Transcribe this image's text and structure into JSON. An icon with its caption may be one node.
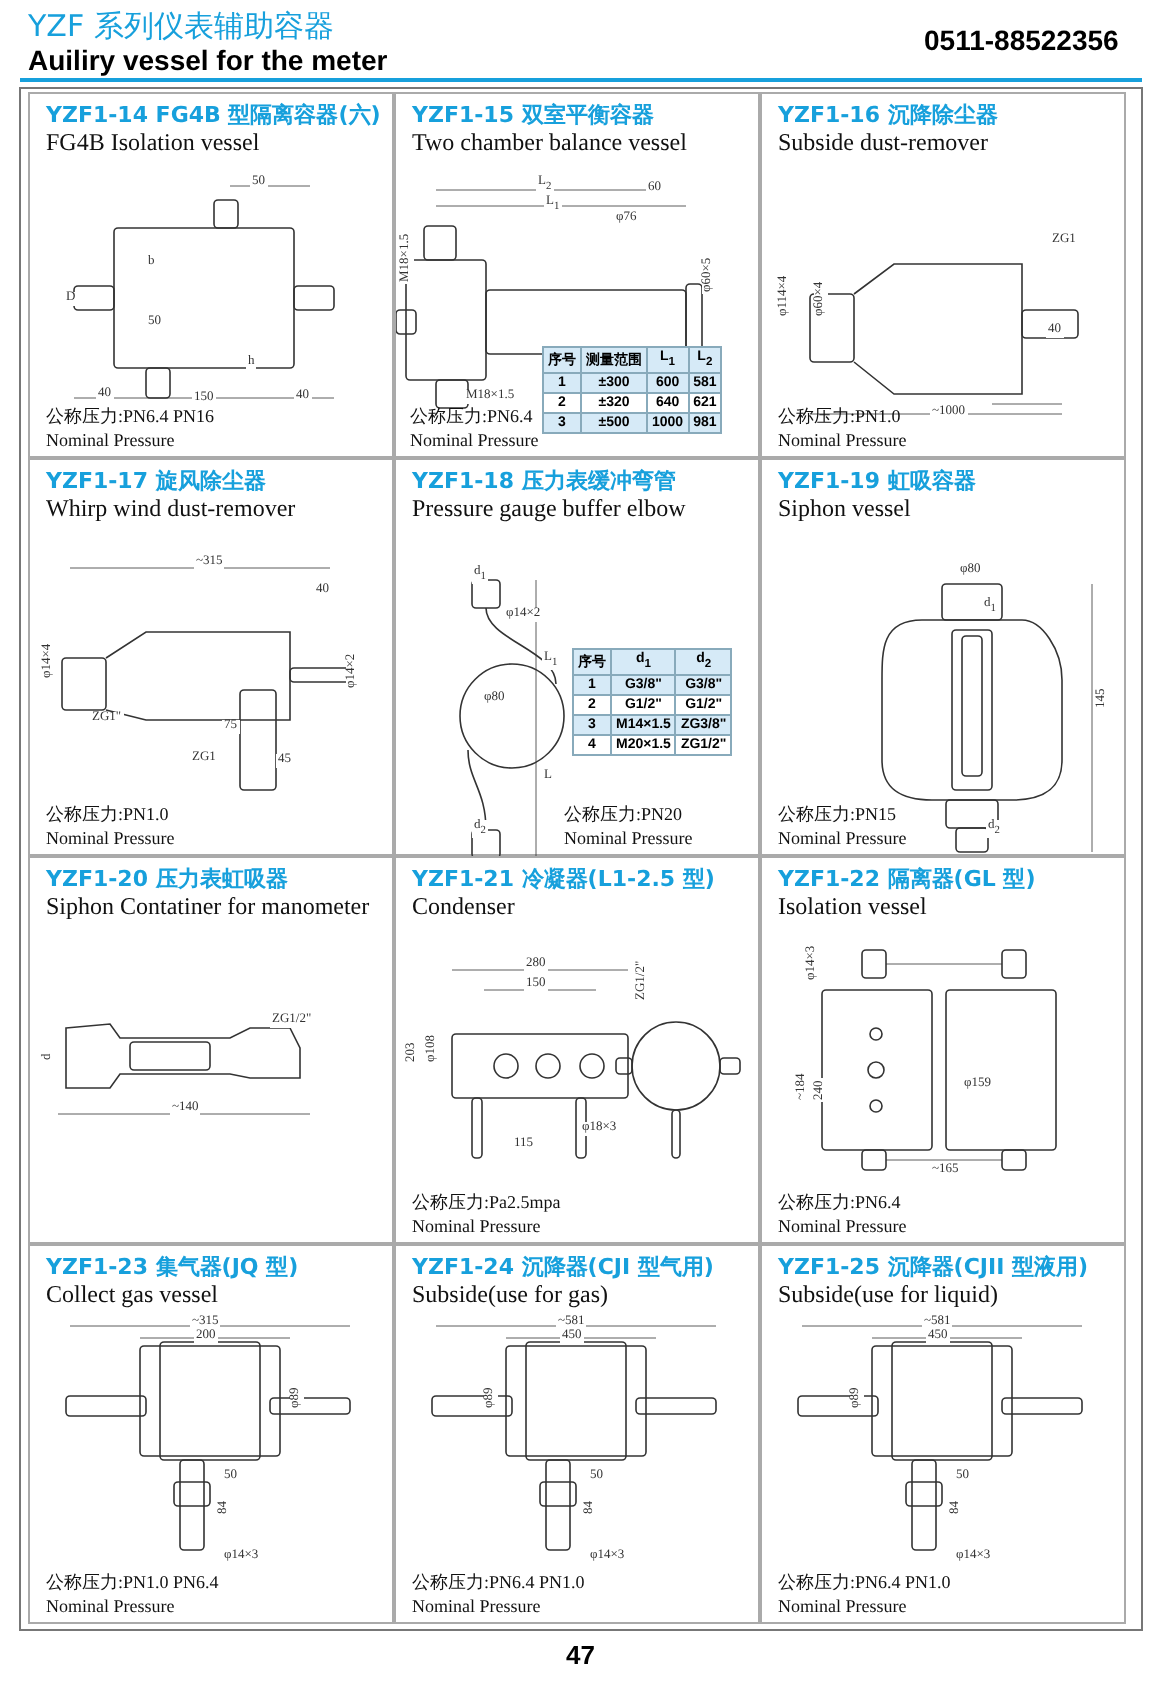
{
  "diagram": {
    "title": "YZF 系列仪表辅助容器",
    "nodes": [
      {
        "text": [
          "YZF1-14 FG4B 型隔离容器(六)",
          "FG4B Isolation vessel",
          "公称压力:PN6.4 PN16",
          "Nominal Pressure"
        ]
      },
      {
        "text": [
          "YZF1-15 双室平衡容器",
          "Two chamber balance vessel",
          "公称压力:PN6.4",
          "Nominal Pressure"
        ]
      },
      {
        "text": [
          "YZF1-16 沉降除尘器",
          "Subside dust-remover",
          "公称压力:PN1.0",
          "Nominal Pressure"
        ]
      },
      {
        "text": [
          "YZF1-17 旋风除尘器",
          "Whirp wind dust-remover",
          "公称压力:PN1.0",
          "Nominal Pressure"
        ]
      },
      {
        "text": [
          "YZF1-18 压力表缓冲弯管",
          "Pressure gauge buffer elbow",
          "公称压力:PN20",
          "Nominal Pressure"
        ]
      },
      {
        "text": [
          "YZF1-19 虹吸容器",
          "Siphon vessel",
          "公称压力:PN15",
          "Nominal Pressure"
        ]
      },
      {
        "text": [
          "YZF1-20 压力表虹吸器",
          "Siphon Contatiner for manometer"
        ]
      },
      {
        "text": [
          "YZF1-21 冷凝器(L1-2.5 型)",
          "Condenser",
          "公称压力:Pa2.5mpa",
          "Nominal Pressure"
        ]
      },
      {
        "text": [
          "YZF1-22 隔离器(GL 型)",
          "Isolation vessel",
          "公称压力:PN6.4",
          "Nominal Pressure"
        ]
      },
      {
        "text": [
          "YZF1-23 集气器(JQ 型)",
          "Collect gas vessel",
          "公称压力:PN1.0 PN6.4",
          "Nominal Pressure"
        ]
      },
      {
        "text": [
          "YZF1-24 沉降器(CJI 型气用)",
          "Subside(use for gas)",
          "公称压力:PN6.4 PN1.0",
          "Nominal Pressure"
        ]
      },
      {
        "text": [
          "YZF1-25 沉降器(CJII 型液用)",
          "Subside(use for liquid)",
          "公称压力:PN6.4 PN1.0",
          "Nominal Pressure"
        ]
      }
    ],
    "edges": [],
    "labels": [
      "Auiliry vessel for the meter",
      "0511-88522356",
      "50",
      "b",
      "D",
      "50",
      "h",
      "40",
      "150",
      "40",
      "L$_{2}$",
      "L$_{1}$",
      "60",
      "φ76",
      "M18×1.5",
      "φ60×5",
      "M18×1.5",
      "序号",
      "测量范围",
      "L$_{1}$",
      "L$_{2}$",
      "1",
      "±300",
      "600",
      "581",
      "2",
      "±320",
      "640",
      "621",
      "3",
      "±500",
      "1000",
      "981",
      "ZG1",
      "φ114×4",
      "φ60×4",
      "40",
      "~1000",
      "~315",
      "40",
      "φ14×4",
      "ZG1\"",
      "75",
      "φ14×2",
      "ZG1",
      "45",
      "d$_{1}$",
      "φ14×2",
      "L$_{1}$",
      "φ80",
      "L",
      "d$_{2}$",
      "序号",
      "d$_{1}$",
      "d$_{2}$",
      "1",
      "G3/8\"",
      "G3/8\"",
      "2",
      "G1/2\"",
      "G1/2\"",
      "3",
      "M14×1.5",
      "ZG3/8\"",
      "4",
      "M20×1.5",
      "ZG1/2\"",
      "φ80",
      "d$_{1}$",
      "145",
      "d$_{2}$",
      "ZG1/2\"",
      "d",
      "~140",
      "280",
      "150",
      "ZG1/2\"",
      "203",
      "φ108",
      "115",
      "φ18×3",
      "φ14×3",
      "~184",
      "240",
      "φ159",
      "~165",
      "~315",
      "200",
      "φ89",
      "50",
      "84",
      "φ14×3",
      "~581",
      "450",
      "φ89",
      "50",
      "84",
      "φ14×3",
      "~581",
      "450",
      "φ89",
      "50",
      "84",
      "φ14×3",
      "47"
    ]
  }
}
